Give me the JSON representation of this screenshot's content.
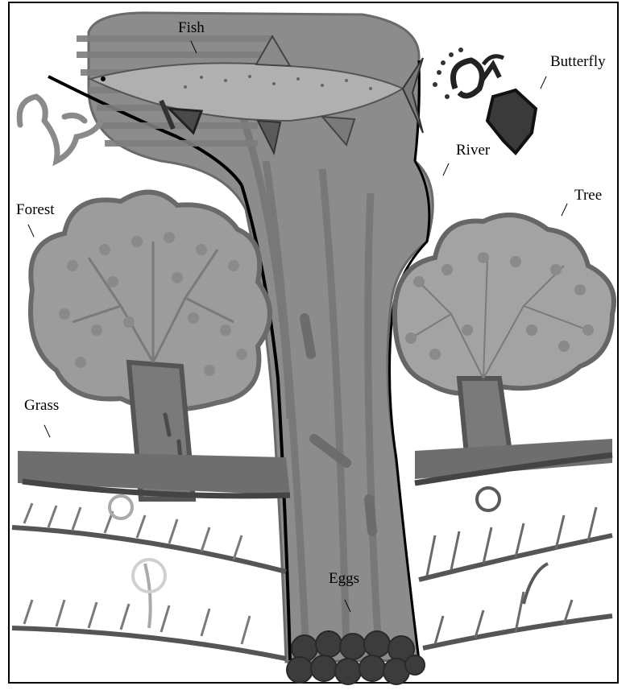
{
  "labels": {
    "fish": "Fish",
    "butterfly": "Butterfly",
    "river": "River",
    "forest": "Forest",
    "tree": "Tree",
    "grass": "Grass",
    "eggs": "Eggs"
  },
  "colors": {
    "river": "#8a8a8a",
    "river_dark": "#6c6c6c",
    "canopy": "#9c9c9c",
    "canopy_edge": "#6a6a6a",
    "branch": "#7b7b7b",
    "grass_dark": "#5b5b5b",
    "fish": "#a8a8a8",
    "butterfly": "#3a3a3a",
    "eggs": "#3c3c3c"
  }
}
